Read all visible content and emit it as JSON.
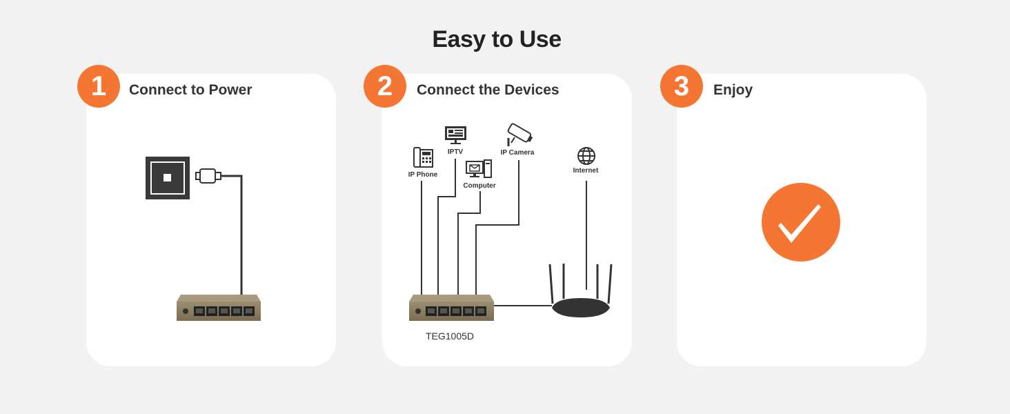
{
  "title": "Easy to Use",
  "steps": [
    {
      "number": "1",
      "label": "Connect to Power"
    },
    {
      "number": "2",
      "label": "Connect the Devices"
    },
    {
      "number": "3",
      "label": "Enjoy"
    }
  ],
  "devices": {
    "ip_phone": "IP Phone",
    "iptv": "IPTV",
    "computer": "Computer",
    "ip_camera": "IP Camera",
    "internet": "Internet"
  },
  "switch_model": "TEG1005D",
  "colors": {
    "accent": "#f47632",
    "card": "#ffffff",
    "background": "#f2f2f2",
    "switch": "#8b7d62"
  }
}
